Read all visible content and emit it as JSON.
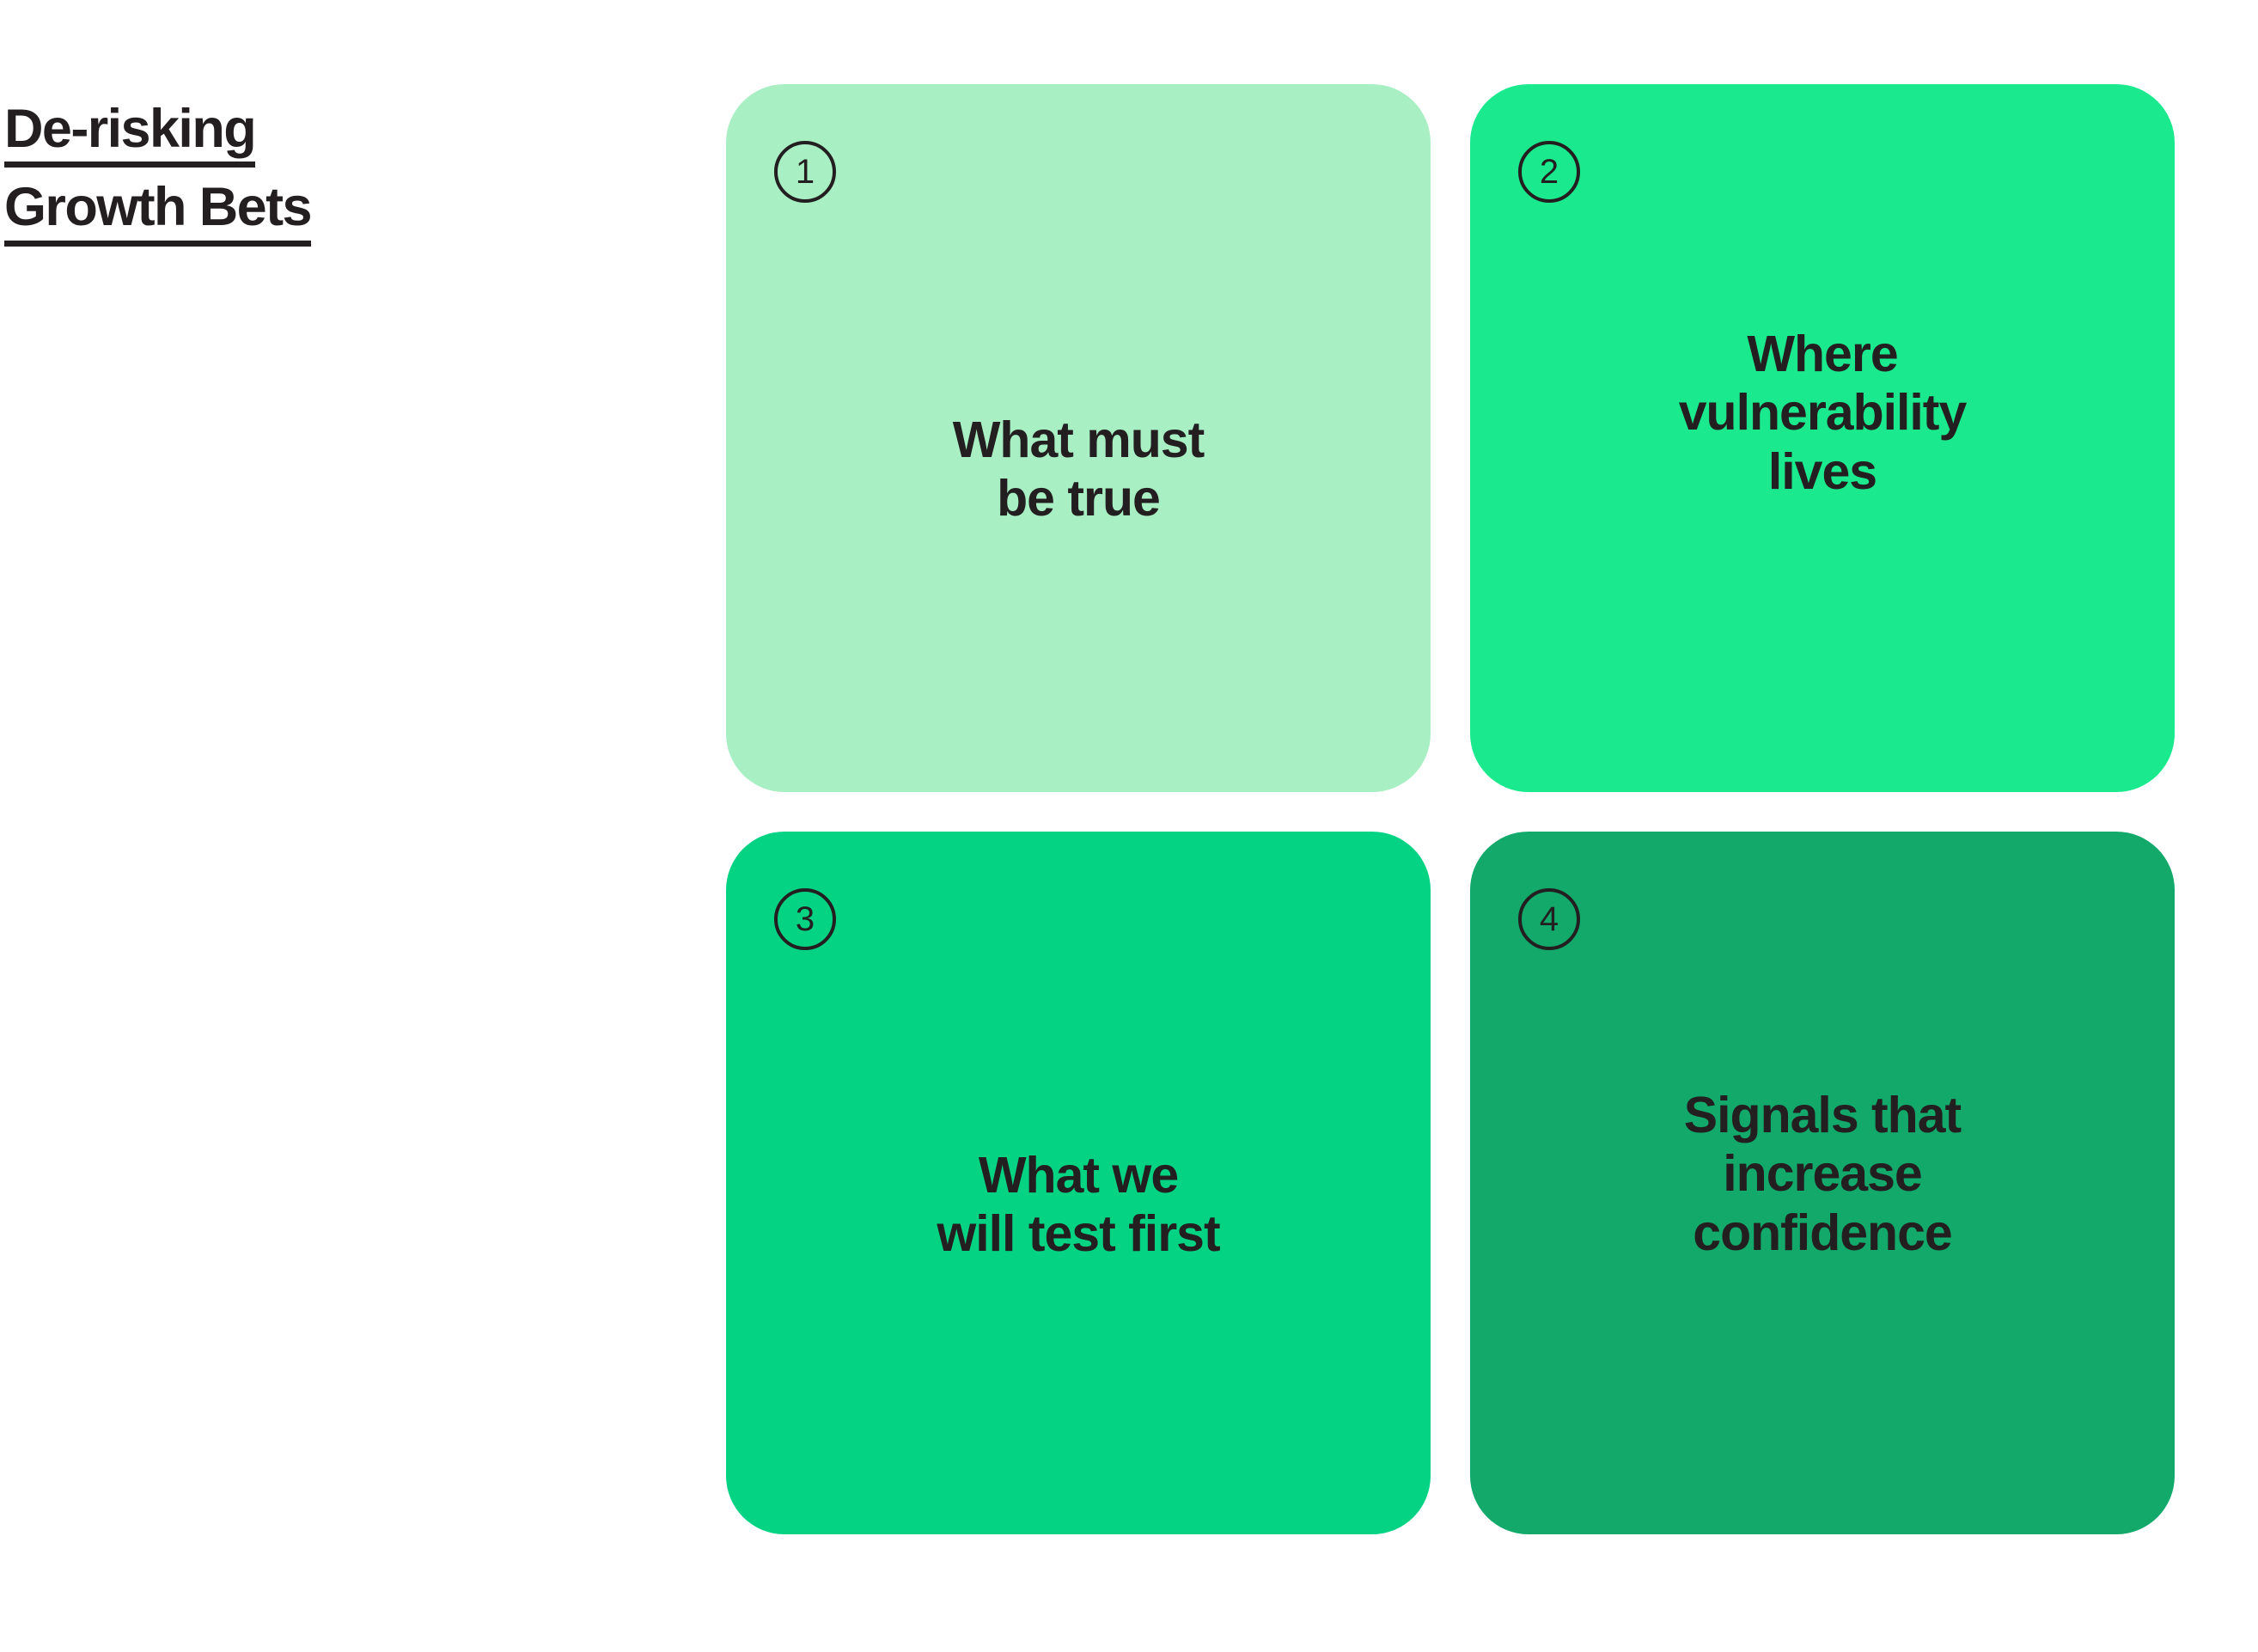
{
  "canvas": {
    "background_color": "#FFFFFF",
    "text_color": "#231F20"
  },
  "title": {
    "lines": [
      "De-risking",
      "Growth Bets"
    ],
    "full_text": "De-risking Growth Bets",
    "underlined": true
  },
  "cards": [
    {
      "number": "1",
      "label": "What must\nbe true",
      "color": "#A8EFC4"
    },
    {
      "number": "2",
      "label": "Where\nvulnerability\nlives",
      "color": "#1BE98D"
    },
    {
      "number": "3",
      "label": "What we\nwill test first",
      "color": "#04D384"
    },
    {
      "number": "4",
      "label": "Signals that\nincrease\nconfidence",
      "color": "#12A96A"
    }
  ]
}
